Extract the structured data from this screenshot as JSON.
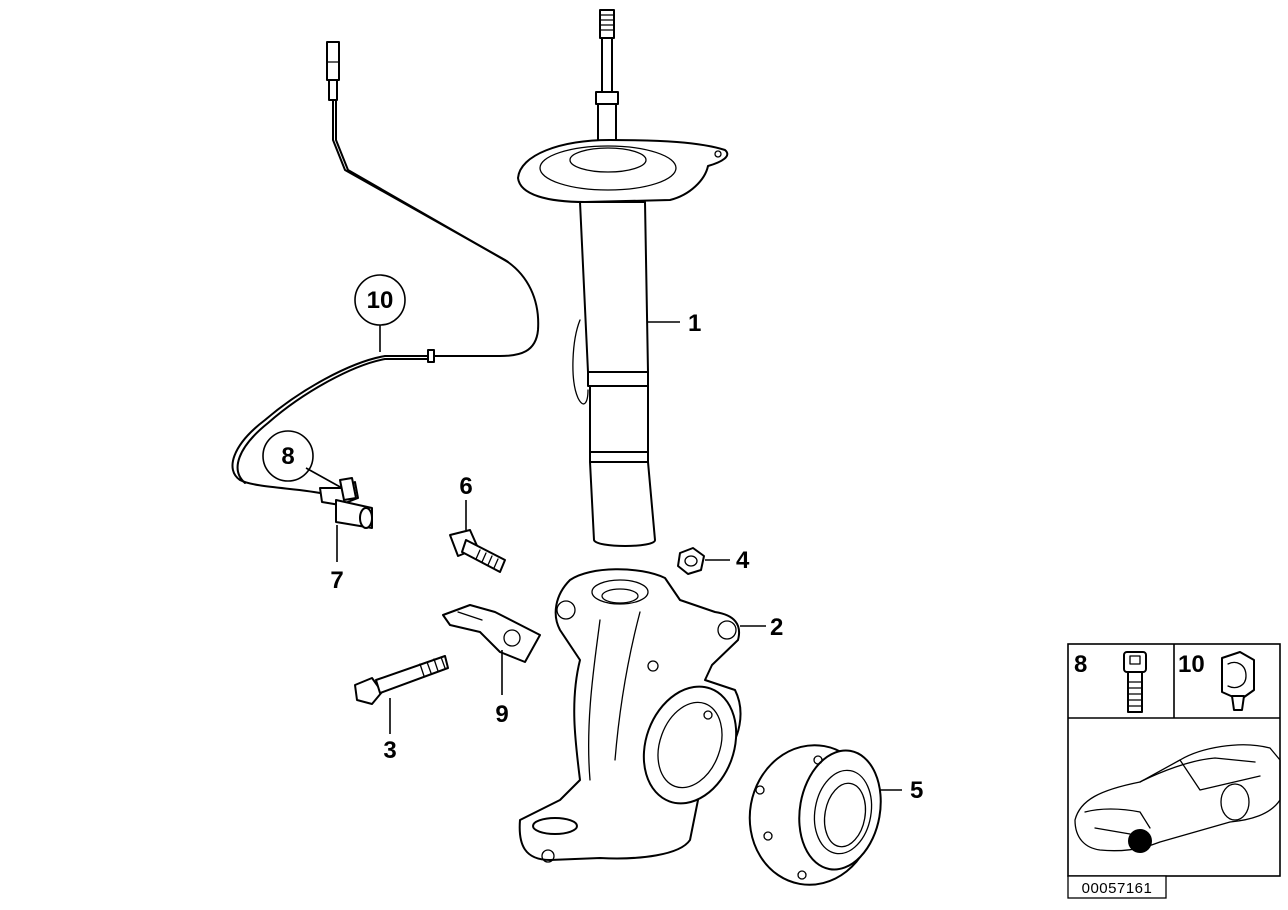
{
  "callouts": {
    "strut": "1",
    "knuckle": "2",
    "hex_bolt": "3",
    "nut": "4",
    "wheel_bearing": "5",
    "bolt_6": "6",
    "sensor": "7",
    "sensor_screw": "8",
    "bracket": "9",
    "sensor_cable": "10"
  },
  "inset": {
    "item_8": "8",
    "item_10": "10"
  },
  "diagram_id": "00057161"
}
